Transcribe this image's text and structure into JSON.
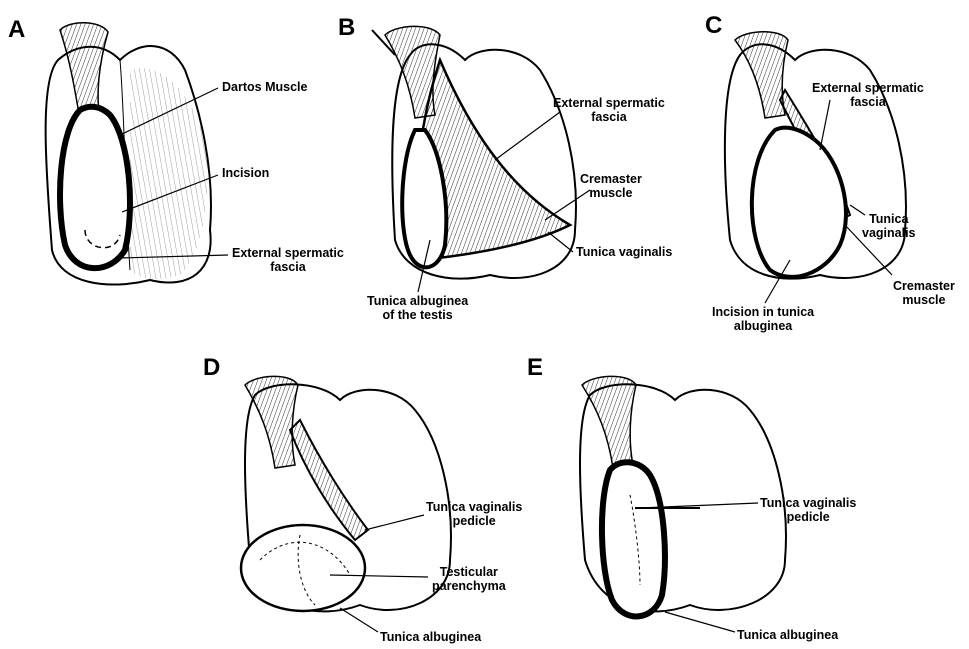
{
  "panels": {
    "a": {
      "letter": "A",
      "labels": {
        "dartos": "Dartos Muscle",
        "incision": "Incision",
        "esf_1": "External spermatic",
        "esf_2": "fascia"
      }
    },
    "b": {
      "letter": "B",
      "labels": {
        "esf_1": "External spermatic",
        "esf_2": "fascia",
        "cremaster_1": "Cremaster",
        "cremaster_2": "muscle",
        "tv": "Tunica vaginalis",
        "ta_1": "Tunica albuginea",
        "ta_2": "of the testis"
      }
    },
    "c": {
      "letter": "C",
      "labels": {
        "esf_1": "External spermatic",
        "esf_2": "fascia",
        "tv_1": "Tunica",
        "tv_2": "vaginalis",
        "cremaster_1": "Cremaster",
        "cremaster_2": "muscle",
        "incision_1": "Incision in tunica",
        "incision_2": "albuginea"
      }
    },
    "d": {
      "letter": "D",
      "labels": {
        "tvp_1": "Tunica vaginalis",
        "tvp_2": "pedicle",
        "tp_1": "Testicular",
        "tp_2": "parenchyma",
        "ta": "Tunica albuginea"
      }
    },
    "e": {
      "letter": "E",
      "labels": {
        "tvp_1": "Tunica vaginalis",
        "tvp_2": "pedicle",
        "ta": "Tunica albuginea"
      }
    }
  }
}
